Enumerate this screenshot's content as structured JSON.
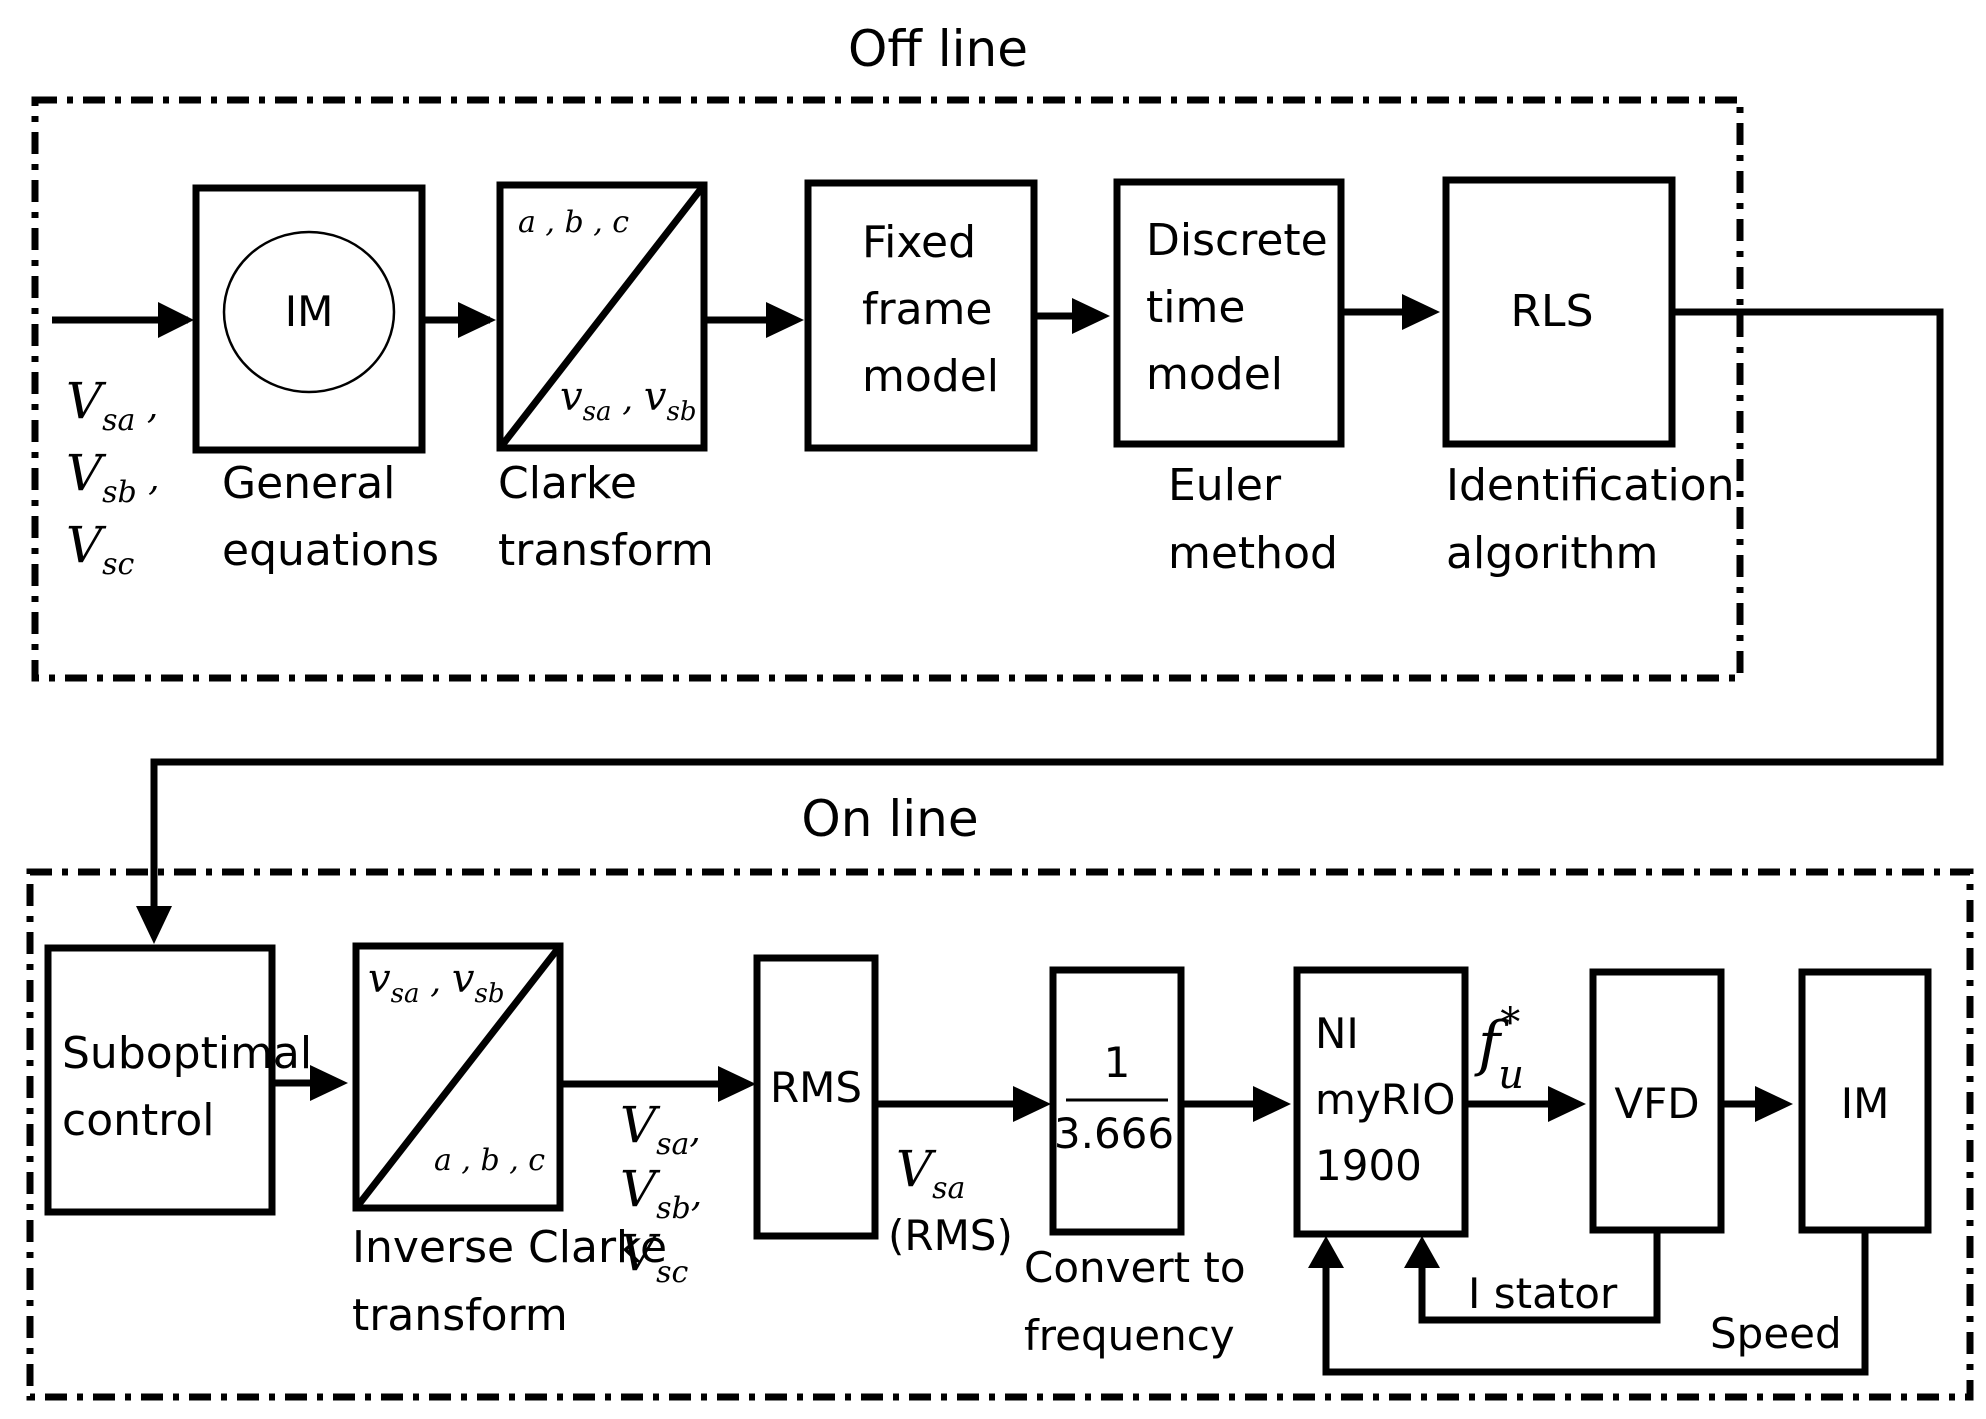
{
  "sections": {
    "offline_title": "Off line",
    "online_title": "On line"
  },
  "offline": {
    "input_voltages": [
      {
        "base": "V",
        "sub": "sa",
        "suffix": " ,"
      },
      {
        "base": "V",
        "sub": "sb",
        "suffix": " ,"
      },
      {
        "base": "V",
        "sub": "sc",
        "suffix": ""
      }
    ],
    "blocks": {
      "im": {
        "label": "IM",
        "caption": [
          "General",
          "equations"
        ]
      },
      "clarke": {
        "top": "a , b , c",
        "bottom": {
          "v1": "v",
          "s1": "sa",
          "sep": " , ",
          "v2": "v",
          "s2": "sb"
        },
        "caption": [
          "Clarke",
          "transform"
        ]
      },
      "fixed_frame": {
        "label": [
          "Fixed",
          "frame",
          "model"
        ]
      },
      "discrete_time": {
        "label": [
          "Discrete",
          "time",
          "model"
        ],
        "caption": [
          "Euler",
          "method"
        ]
      },
      "rls": {
        "label": "RLS",
        "caption": [
          "Identification",
          "algorithm"
        ]
      }
    }
  },
  "online": {
    "blocks": {
      "suboptimal": {
        "label": [
          "Suboptimal",
          "control"
        ]
      },
      "inverse_clarke": {
        "top": {
          "v1": "v",
          "s1": "sa",
          "sep": " , ",
          "v2": "v",
          "s2": "sb"
        },
        "bottom": "a , b , c",
        "caption": [
          "Inverse Clarke",
          "transform"
        ]
      },
      "rms": {
        "label": "RMS"
      },
      "convert": {
        "numerator": "1",
        "denominator": "3.666",
        "caption": [
          "Convert to",
          "frequency"
        ]
      },
      "myrio": {
        "label": [
          "NI",
          "myRIO",
          "1900"
        ]
      },
      "vfd": {
        "label": "VFD"
      },
      "im": {
        "label": "IM"
      }
    },
    "signals": {
      "abc_voltages": [
        {
          "base": "V",
          "sub": "sa",
          "suffix": ","
        },
        {
          "base": "V",
          "sub": "sb",
          "suffix": ","
        },
        {
          "base": "V",
          "sub": "sc",
          "suffix": ""
        }
      ],
      "rms_voltage": {
        "base": "V",
        "sub": "sa",
        "note": "(RMS)"
      },
      "freq_ref": {
        "base": "f",
        "sup": "*",
        "sub": "u"
      },
      "stator_feedback": "I stator",
      "speed_feedback": "Speed"
    }
  }
}
